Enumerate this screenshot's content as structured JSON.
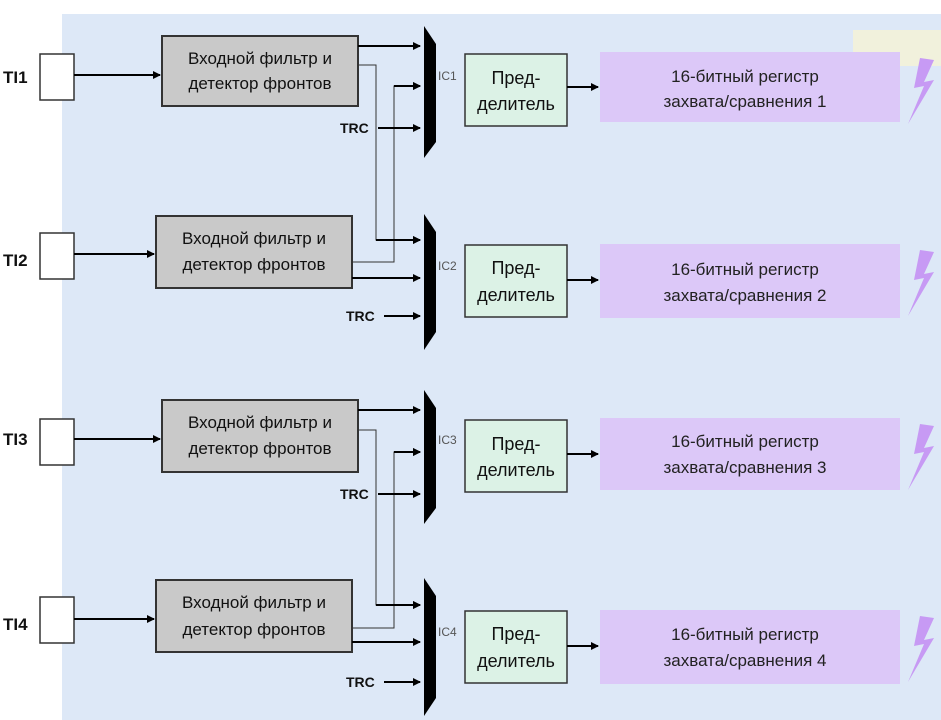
{
  "colors": {
    "background": "#dde8f7",
    "filter_fill": "#c9c9c9",
    "prescaler_fill": "#dcf2e6",
    "register_fill": "#dcc8f8",
    "lightning": "#c79af4",
    "top_right_box": "#f1f1dc"
  },
  "channels": [
    {
      "pin": "TI1",
      "filter_line1": "Входной фильтр и",
      "filter_line2": "детектор фронтов",
      "trc": "TRC",
      "ic": "IC1",
      "prescaler_line1": "Пред-",
      "prescaler_line2": "делитель",
      "register_line1": "16-битный регистр",
      "register_line2": "захвата/сравнения 1",
      "icon": "lightning-icon"
    },
    {
      "pin": "TI2",
      "filter_line1": "Входной фильтр и",
      "filter_line2": "детектор фронтов",
      "trc": "TRC",
      "ic": "IC2",
      "prescaler_line1": "Пред-",
      "prescaler_line2": "делитель",
      "register_line1": "16-битный регистр",
      "register_line2": "захвата/сравнения 2",
      "icon": "lightning-icon"
    },
    {
      "pin": "TI3",
      "filter_line1": "Входной фильтр и",
      "filter_line2": "детектор фронтов",
      "trc": "TRC",
      "ic": "IC3",
      "prescaler_line1": "Пред-",
      "prescaler_line2": "делитель",
      "register_line1": "16-битный регистр",
      "register_line2": "захвата/сравнения 3",
      "icon": "lightning-icon"
    },
    {
      "pin": "TI4",
      "filter_line1": "Входной фильтр и",
      "filter_line2": "детектор фронтов",
      "trc": "TRC",
      "ic": "IC4",
      "prescaler_line1": "Пред-",
      "prescaler_line2": "делитель",
      "register_line1": "16-битный регистр",
      "register_line2": "захвата/сравнения 4",
      "icon": "lightning-icon"
    }
  ]
}
